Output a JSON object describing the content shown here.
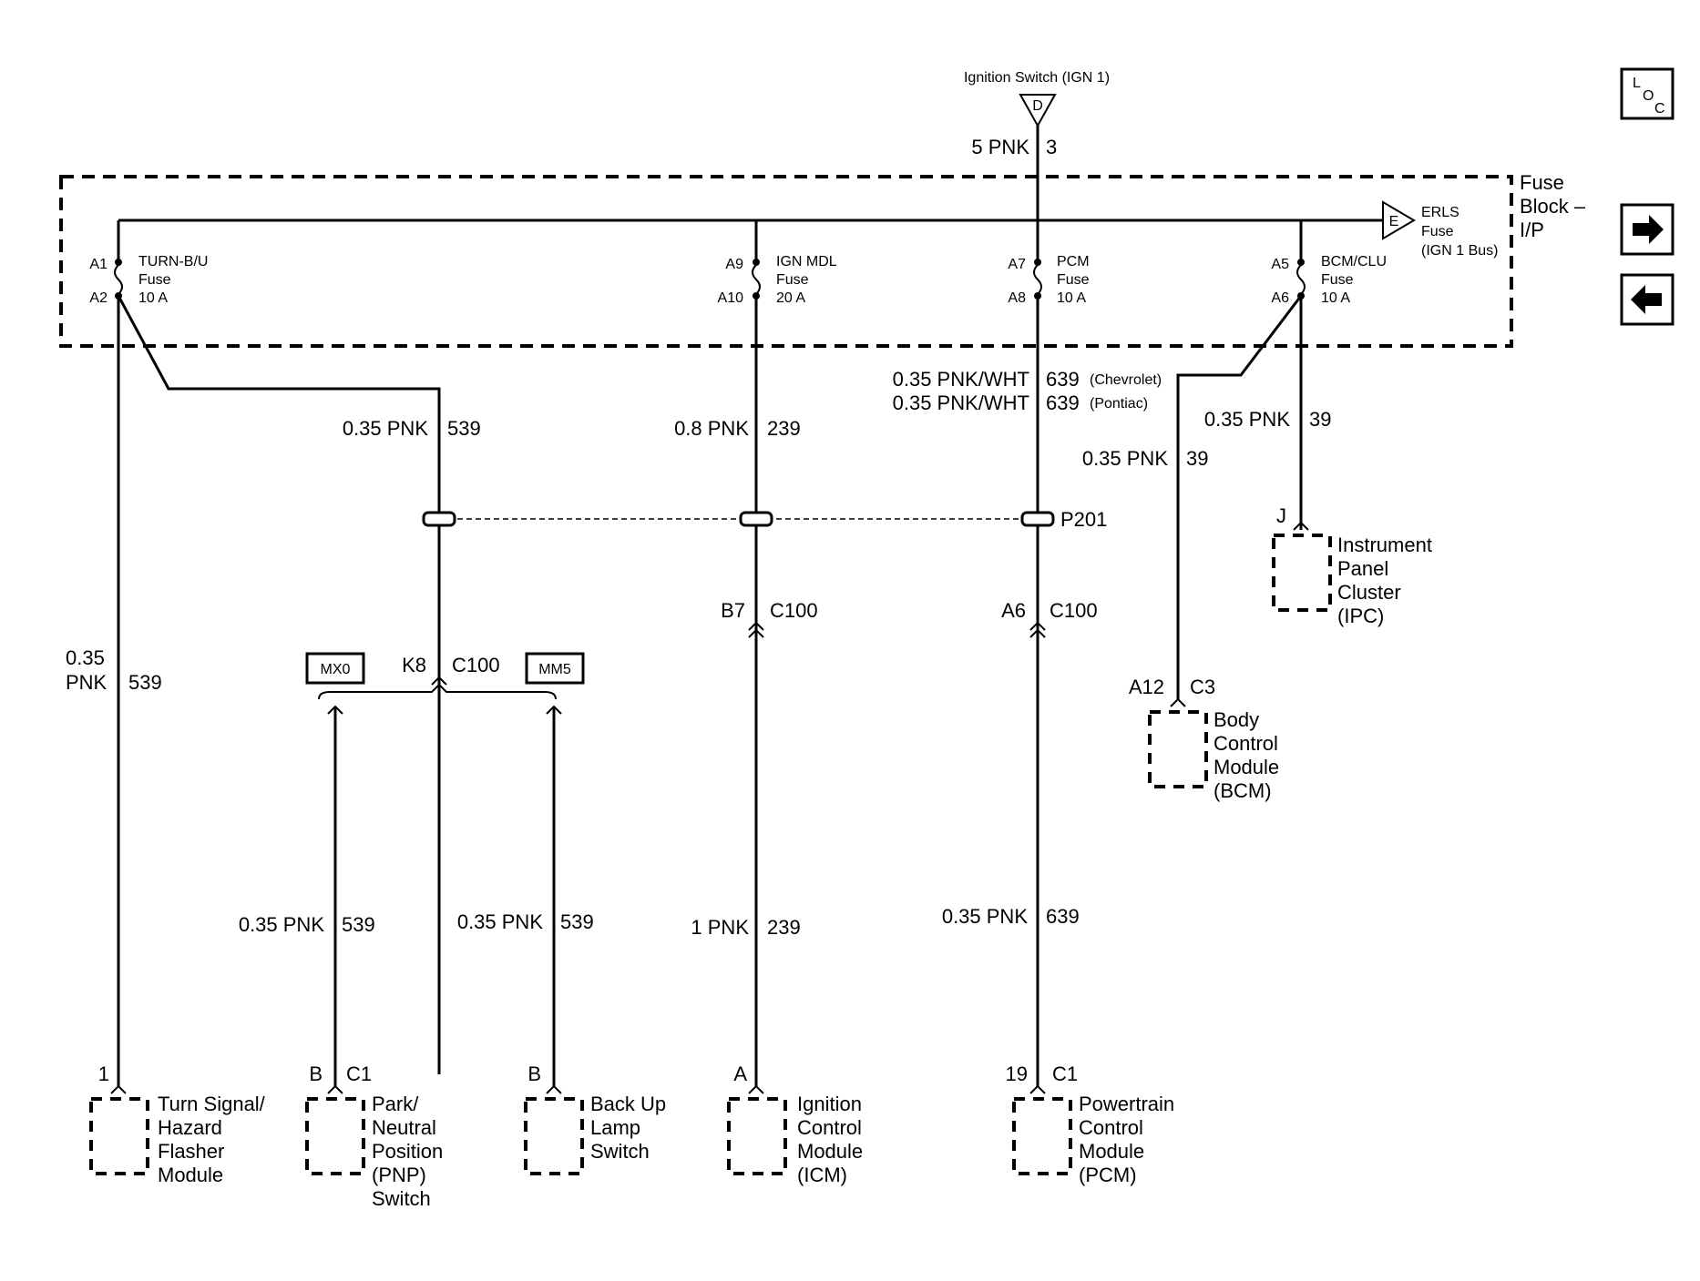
{
  "source": {
    "label": "Ignition Switch (IGN 1)",
    "terminal": "D",
    "wire": "5 PNK",
    "circuit": "3"
  },
  "fuse_block": {
    "name_line1": "Fuse",
    "name_line2": "Block –",
    "name_line3": "I/P",
    "erls": {
      "terminal": "E",
      "line1": "ERLS",
      "line2": "Fuse",
      "line3": "(IGN 1 Bus)"
    },
    "fuses": [
      {
        "pin_in": "A1",
        "pin_out": "A2",
        "name": "TURN-B/U",
        "type": "Fuse",
        "rating": "10 A"
      },
      {
        "pin_in": "A9",
        "pin_out": "A10",
        "name": "IGN MDL",
        "type": "Fuse",
        "rating": "20 A"
      },
      {
        "pin_in": "A7",
        "pin_out": "A8",
        "name": "PCM",
        "type": "Fuse",
        "rating": "10 A"
      },
      {
        "pin_in": "A5",
        "pin_out": "A6",
        "name": "BCM/CLU",
        "type": "Fuse",
        "rating": "10 A"
      }
    ]
  },
  "wires": {
    "turn_top_size": "0.35",
    "turn_top_color": "PNK",
    "turn_top_circuit": "539",
    "turn_upper": "0.35 PNK",
    "turn_upper_circuit": "539",
    "ign_upper": "0.8 PNK",
    "ign_upper_circuit": "239",
    "pcm_upper_1": "0.35 PNK/WHT",
    "pcm_upper_1_circuit": "639",
    "pcm_upper_1_note": "(Chevrolet)",
    "pcm_upper_2": "0.35 PNK/WHT",
    "pcm_upper_2_circuit": "639",
    "pcm_upper_2_note": "(Pontiac)",
    "bcm_ipc": "0.35 PNK",
    "bcm_ipc_circuit": "39",
    "bcm_bcm": "0.35 PNK",
    "bcm_bcm_circuit": "39",
    "pnp": "0.35 PNK",
    "pnp_circuit": "539",
    "backup": "0.35 PNK",
    "backup_circuit": "539",
    "icm": "1 PNK",
    "icm_circuit": "239",
    "pcm_lower": "0.35 PNK",
    "pcm_lower_circuit": "639"
  },
  "splice": {
    "name": "P201"
  },
  "connectors": {
    "k8": "K8",
    "k8_c": "C100",
    "b7": "B7",
    "b7_c": "C100",
    "a6": "A6",
    "a6_c": "C100",
    "mx0": "MX0",
    "mm5": "MM5"
  },
  "components": {
    "flasher": {
      "pin": "1",
      "lines": [
        "Turn Signal/",
        "Hazard",
        "Flasher",
        "Module"
      ]
    },
    "pnp": {
      "pin": "B",
      "conn": "C1",
      "lines": [
        "Park/",
        "Neutral",
        "Position",
        "(PNP)",
        "Switch"
      ]
    },
    "backup": {
      "pin": "B",
      "lines": [
        "Back Up",
        "Lamp",
        "Switch"
      ]
    },
    "icm": {
      "pin": "A",
      "lines": [
        "Ignition",
        "Control",
        "Module",
        "(ICM)"
      ]
    },
    "pcm": {
      "pin": "19",
      "conn": "C1",
      "lines": [
        "Powertrain",
        "Control",
        "Module",
        "(PCM)"
      ]
    },
    "bcm": {
      "pin": "A12",
      "conn": "C3",
      "lines": [
        "Body",
        "Control",
        "Module",
        "(BCM)"
      ]
    },
    "ipc": {
      "pin": "J",
      "lines": [
        "Instrument",
        "Panel",
        "Cluster",
        "(IPC)"
      ]
    }
  },
  "nav": {
    "loc_l": "L",
    "loc_o": "O",
    "loc_c": "C",
    "forward": "forward-arrow-icon",
    "back": "back-arrow-icon"
  }
}
